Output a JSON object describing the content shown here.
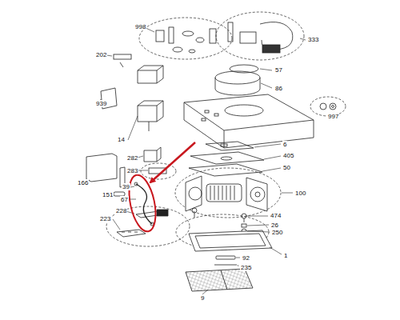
{
  "diagram": {
    "labels": [
      "998",
      "333",
      "202",
      "57",
      "939",
      "86",
      "14",
      "997",
      "282",
      "283",
      "151",
      "6",
      "405",
      "50",
      "166",
      "39",
      "100",
      "67",
      "474",
      "228",
      "26",
      "223",
      "250",
      "1",
      "92",
      "235",
      "9"
    ]
  }
}
